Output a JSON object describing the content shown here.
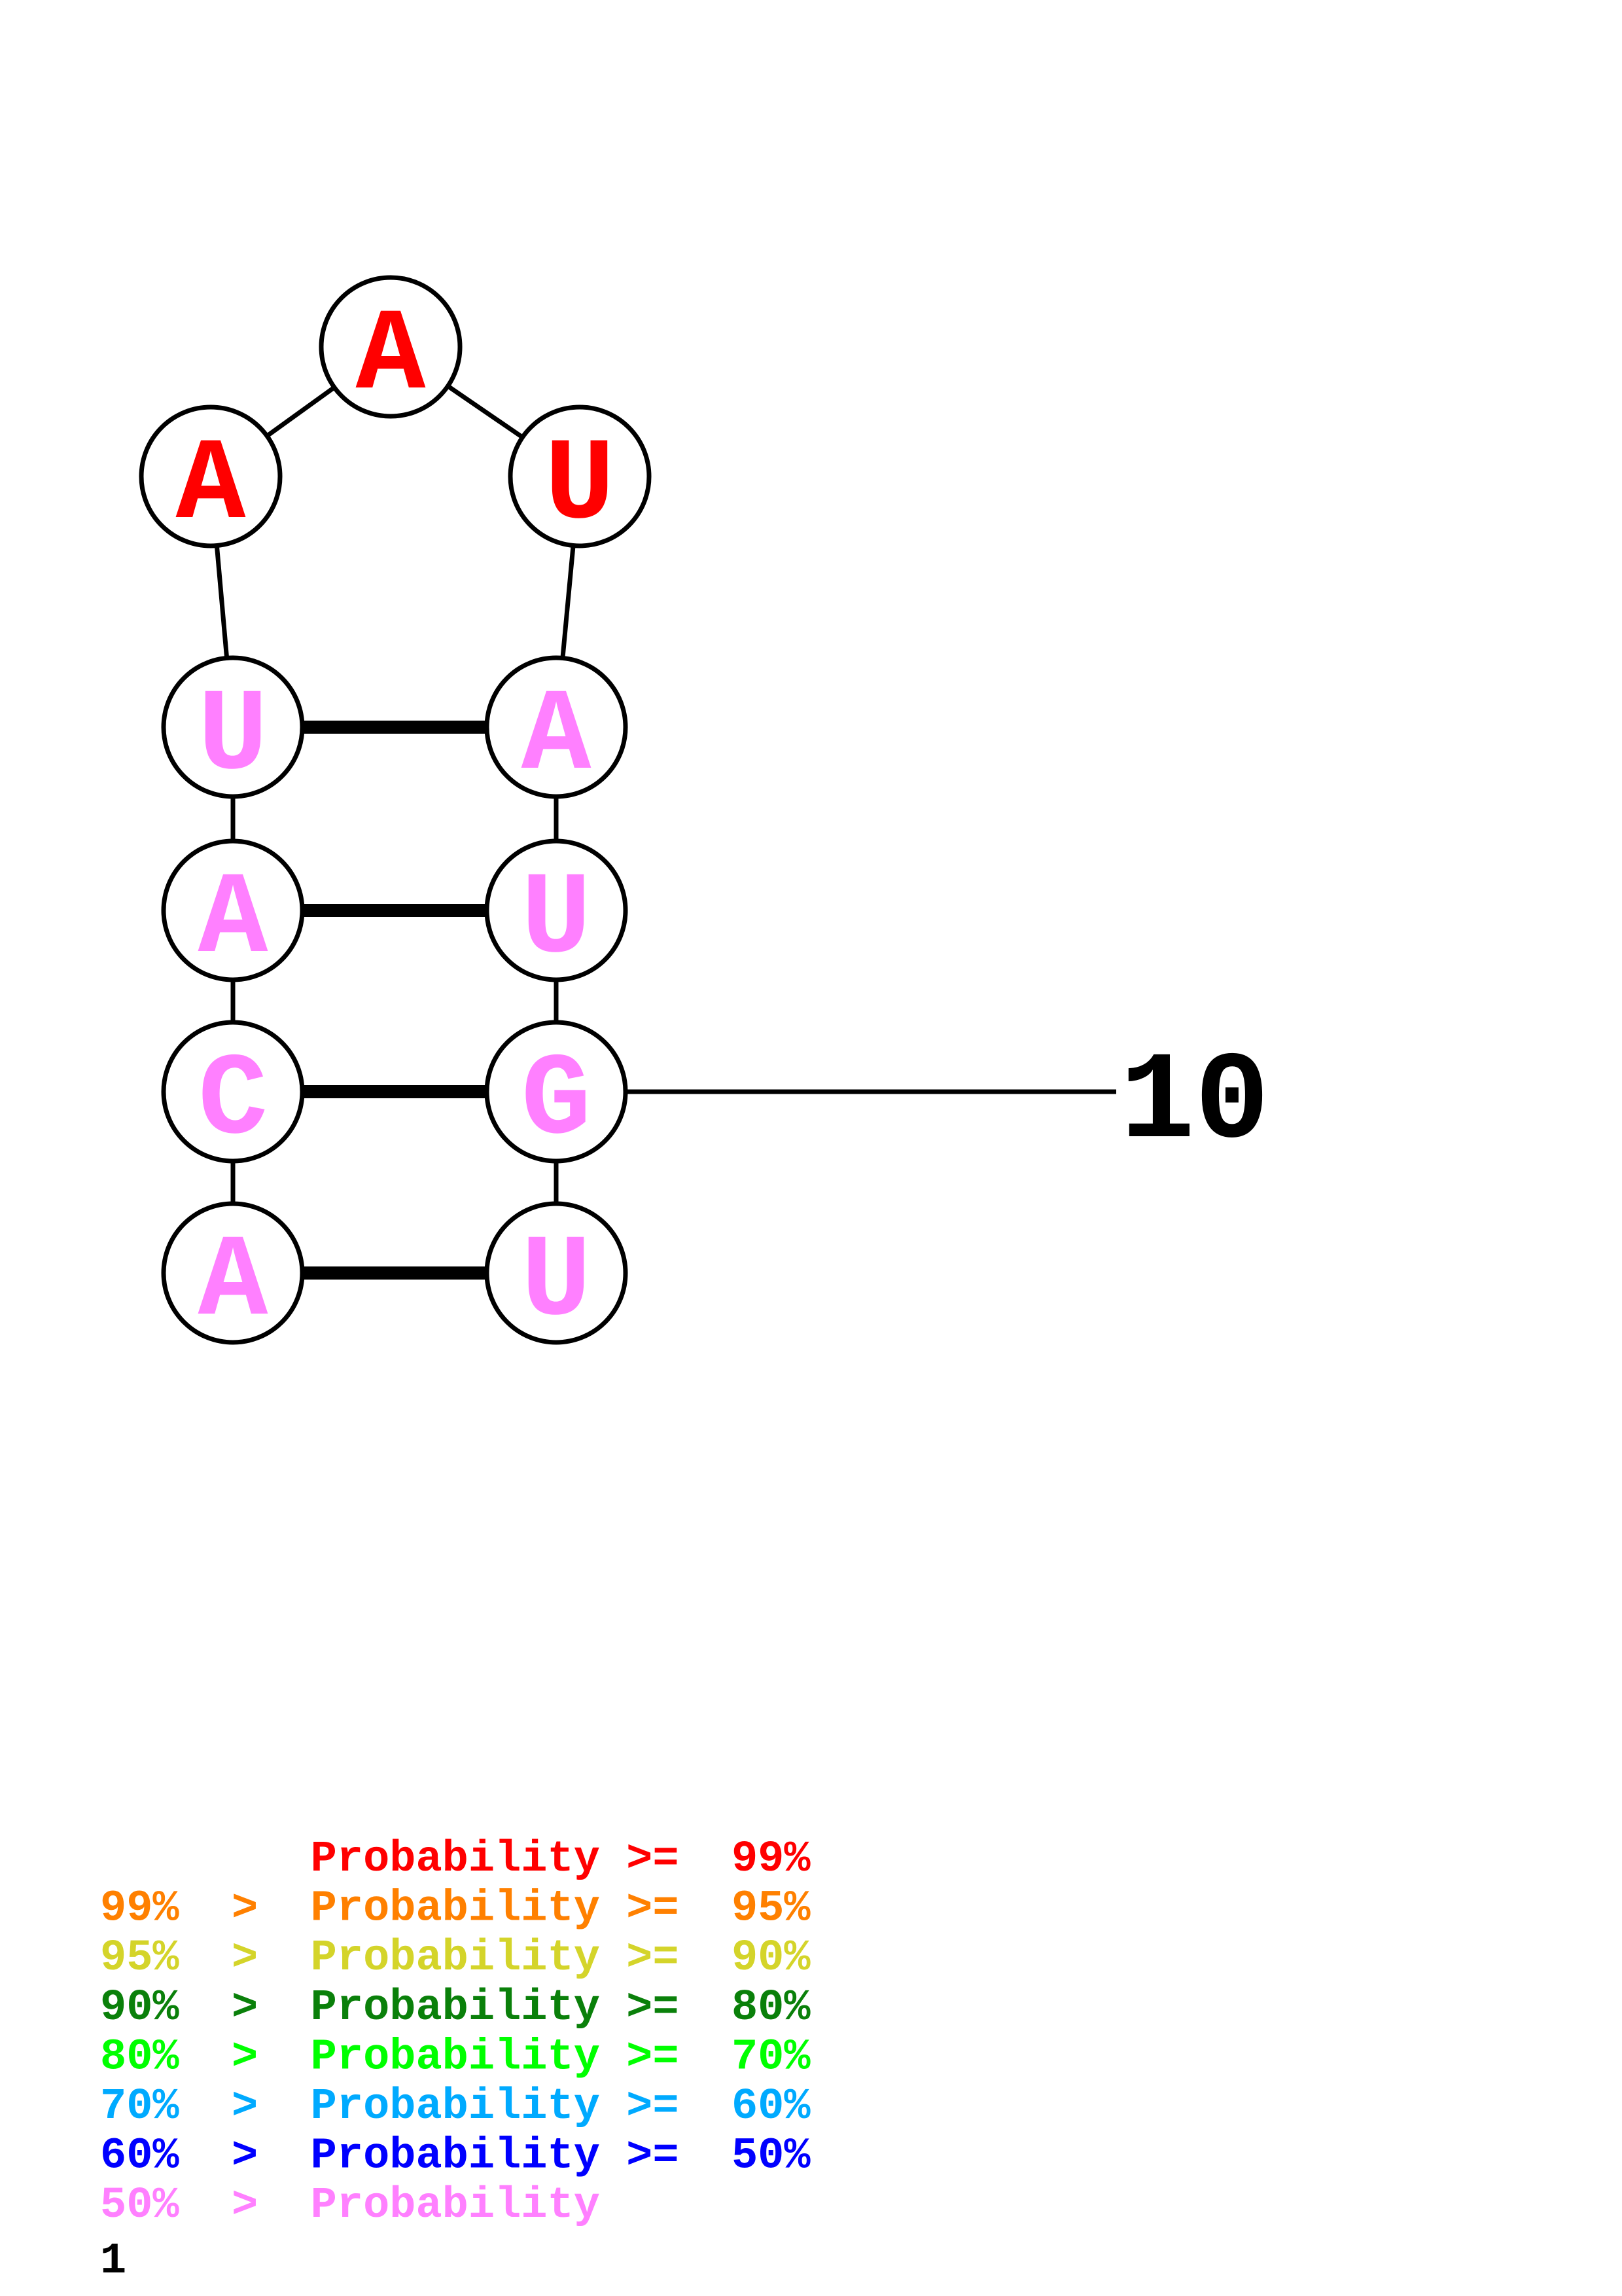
{
  "structure": {
    "nucleotides": [
      {
        "index": 1,
        "base": "A",
        "color": "#ff80ff"
      },
      {
        "index": 2,
        "base": "C",
        "color": "#ff80ff"
      },
      {
        "index": 3,
        "base": "A",
        "color": "#ff80ff"
      },
      {
        "index": 4,
        "base": "U",
        "color": "#ff80ff"
      },
      {
        "index": 5,
        "base": "A",
        "color": "#ff0000"
      },
      {
        "index": 6,
        "base": "A",
        "color": "#ff0000"
      },
      {
        "index": 7,
        "base": "U",
        "color": "#ff0000"
      },
      {
        "index": 8,
        "base": "A",
        "color": "#ff80ff"
      },
      {
        "index": 9,
        "base": "U",
        "color": "#ff80ff"
      },
      {
        "index": 10,
        "base": "G",
        "color": "#ff80ff"
      },
      {
        "index": 11,
        "base": "U",
        "color": "#ff80ff"
      }
    ],
    "pairs": [
      [
        1,
        11
      ],
      [
        2,
        10
      ],
      [
        3,
        9
      ],
      [
        4,
        8
      ]
    ],
    "position_label": {
      "nucleotide": 10,
      "text": "10"
    }
  },
  "legend": [
    {
      "text": "        Probability >=  99%",
      "color": "#ff0000"
    },
    {
      "text": "99%  >  Probability >=  95%",
      "color": "#ff8000"
    },
    {
      "text": "95%  >  Probability >=  90%",
      "color": "#d4d42a"
    },
    {
      "text": "90%  >  Probability >=  80%",
      "color": "#0a800a"
    },
    {
      "text": "80%  >  Probability >=  70%",
      "color": "#00ff00"
    },
    {
      "text": "70%  >  Probability >=  60%",
      "color": "#00aaff"
    },
    {
      "text": "60%  >  Probability >=  50%",
      "color": "#0000ff"
    },
    {
      "text": "50%  >  Probability",
      "color": "#ff80ff"
    }
  ],
  "page_number": "1"
}
